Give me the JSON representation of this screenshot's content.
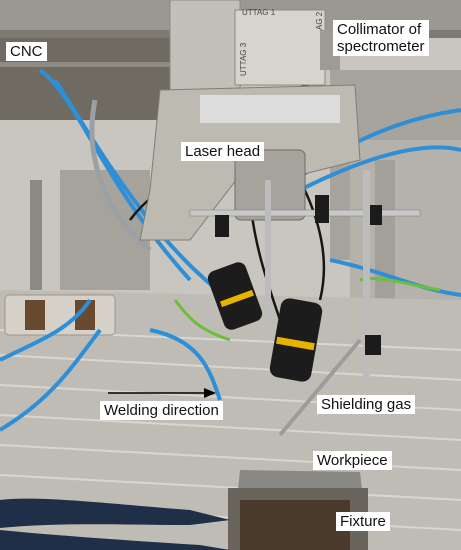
{
  "labels": {
    "cnc": "CNC",
    "collimator_line1": "Collimator of",
    "collimator_line2": "spectrometer",
    "laser_head": "Laser head",
    "welding_direction": "Welding direction",
    "shielding_gas": "Shielding gas",
    "workpiece": "Workpiece",
    "fixture": "Fixture"
  },
  "stickers": {
    "sticker_1": "UTTAG 1",
    "sticker_2": "AG 2",
    "sticker_3": "UTTAG 3"
  },
  "colors": {
    "hose_blue": "#2f8fd6",
    "cable_black": "#161616",
    "lens_yellow": "#e8b300",
    "aluminium": "#b8b6ae",
    "green_cable": "#6bbf3a"
  },
  "arrow_direction": "right"
}
